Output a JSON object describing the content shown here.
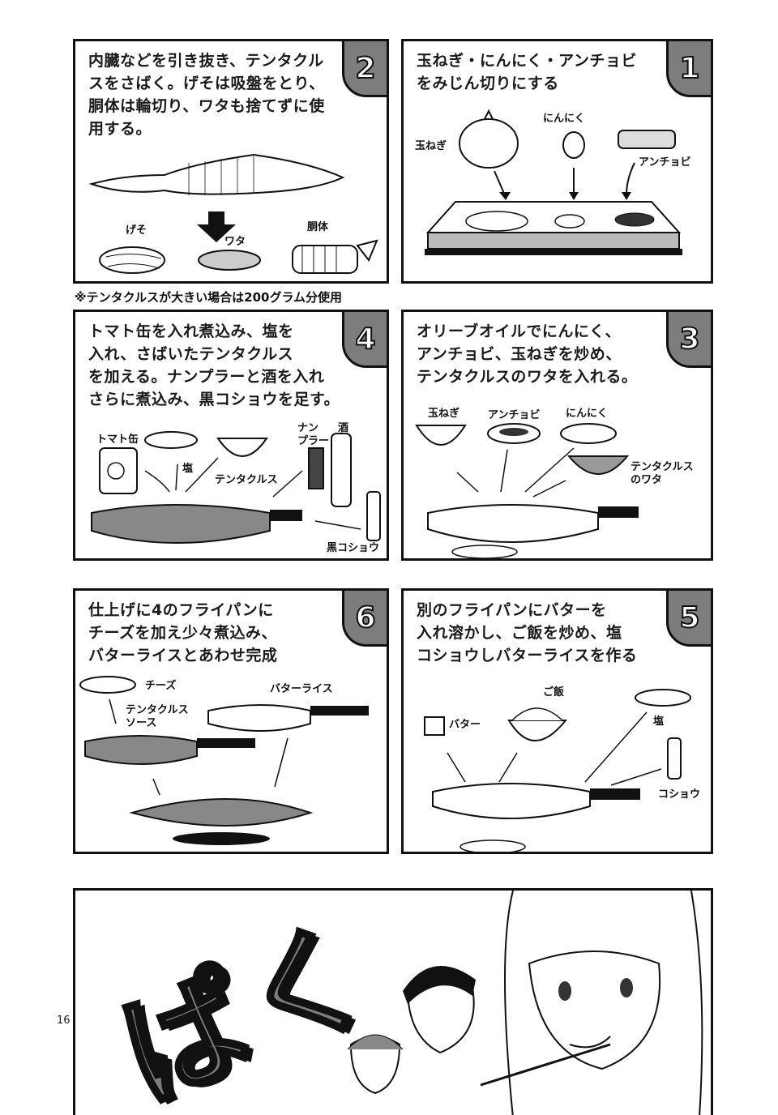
{
  "page_number": "16",
  "note": "※テンタクルスが大きい場合は200グラム分使用",
  "panels": {
    "p1": {
      "number": "1",
      "text": "玉ねぎ・にんにく・アンチョビ\nをみじん切りにする",
      "labels": {
        "onion": "玉ねぎ",
        "garlic": "にんにく",
        "anchovy": "アンチョビ"
      }
    },
    "p2": {
      "number": "2",
      "text": "内臓などを引き抜き、テンタクル\nスをさばく。げそは吸盤をとり、\n胴体は輪切り、ワタも捨てずに使\n用する。",
      "labels": {
        "geso": "げそ",
        "wata": "ワタ",
        "body": "胴体"
      }
    },
    "p3": {
      "number": "3",
      "text": "オリーブオイルでにんにく、\nアンチョビ、玉ねぎを炒め、\nテンタクルスのワタを入れる。",
      "labels": {
        "onion": "玉ねぎ",
        "anchovy": "アンチョビ",
        "garlic": "にんにく",
        "wata": "テンタクルス\nのワタ"
      }
    },
    "p4": {
      "number": "4",
      "text": "トマト缶を入れ煮込み、塩を\n入れ、さばいたテンタクルス\nを加える。ナンプラーと酒を入れ\nさらに煮込み、黒コショウを足す。",
      "labels": {
        "tomato": "トマト缶",
        "salt": "塩",
        "tentacles": "テンタクルス",
        "nampla": "ナン\nプラー",
        "sake": "酒",
        "pepper": "黒コショウ"
      }
    },
    "p5": {
      "number": "5",
      "text": "別のフライパンにバターを\n入れ溶かし、ご飯を炒め、塩\nコショウしバターライスを作る",
      "labels": {
        "butter": "バター",
        "rice": "ご飯",
        "salt": "塩",
        "pepper": "コショウ"
      }
    },
    "p6": {
      "number": "6",
      "text": "仕上げに4のフライパンに\nチーズを加え少々煮込み、\nバターライスとあわせ完成",
      "labels": {
        "cheese": "チーズ",
        "sauce": "テンタクルス\nソース",
        "butter_rice": "バターライス"
      }
    }
  },
  "final_panel": {
    "sfx": "ぱく"
  },
  "colors": {
    "badge": "#7d7d7d",
    "border": "#111111",
    "background": "#ffffff"
  }
}
